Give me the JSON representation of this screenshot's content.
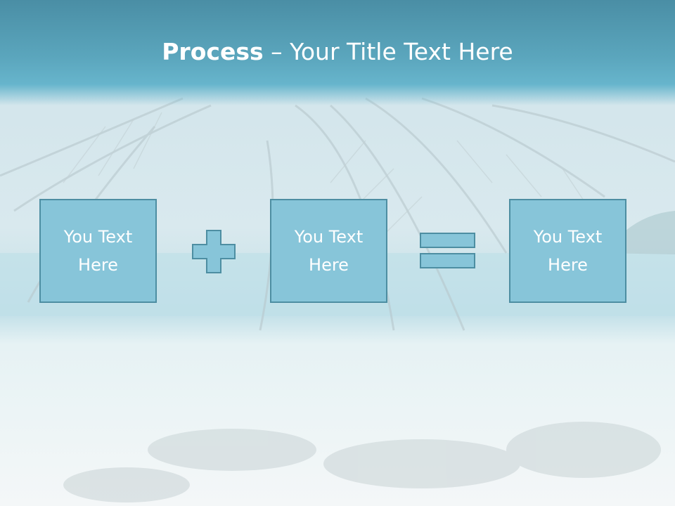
{
  "title": {
    "bold": "Process",
    "rest": " – Your Title Text Here"
  },
  "boxes": [
    {
      "text": "You Text Here"
    },
    {
      "text": "You Text Here"
    },
    {
      "text": "You Text Here"
    }
  ],
  "operators": {
    "plus_icon": "plus-icon",
    "equals_icon": "equals-icon"
  },
  "colors": {
    "header": "#5ba6bd",
    "box_fill": "#87c5d9",
    "box_border": "#4d8ea2",
    "text": "#ffffff"
  }
}
